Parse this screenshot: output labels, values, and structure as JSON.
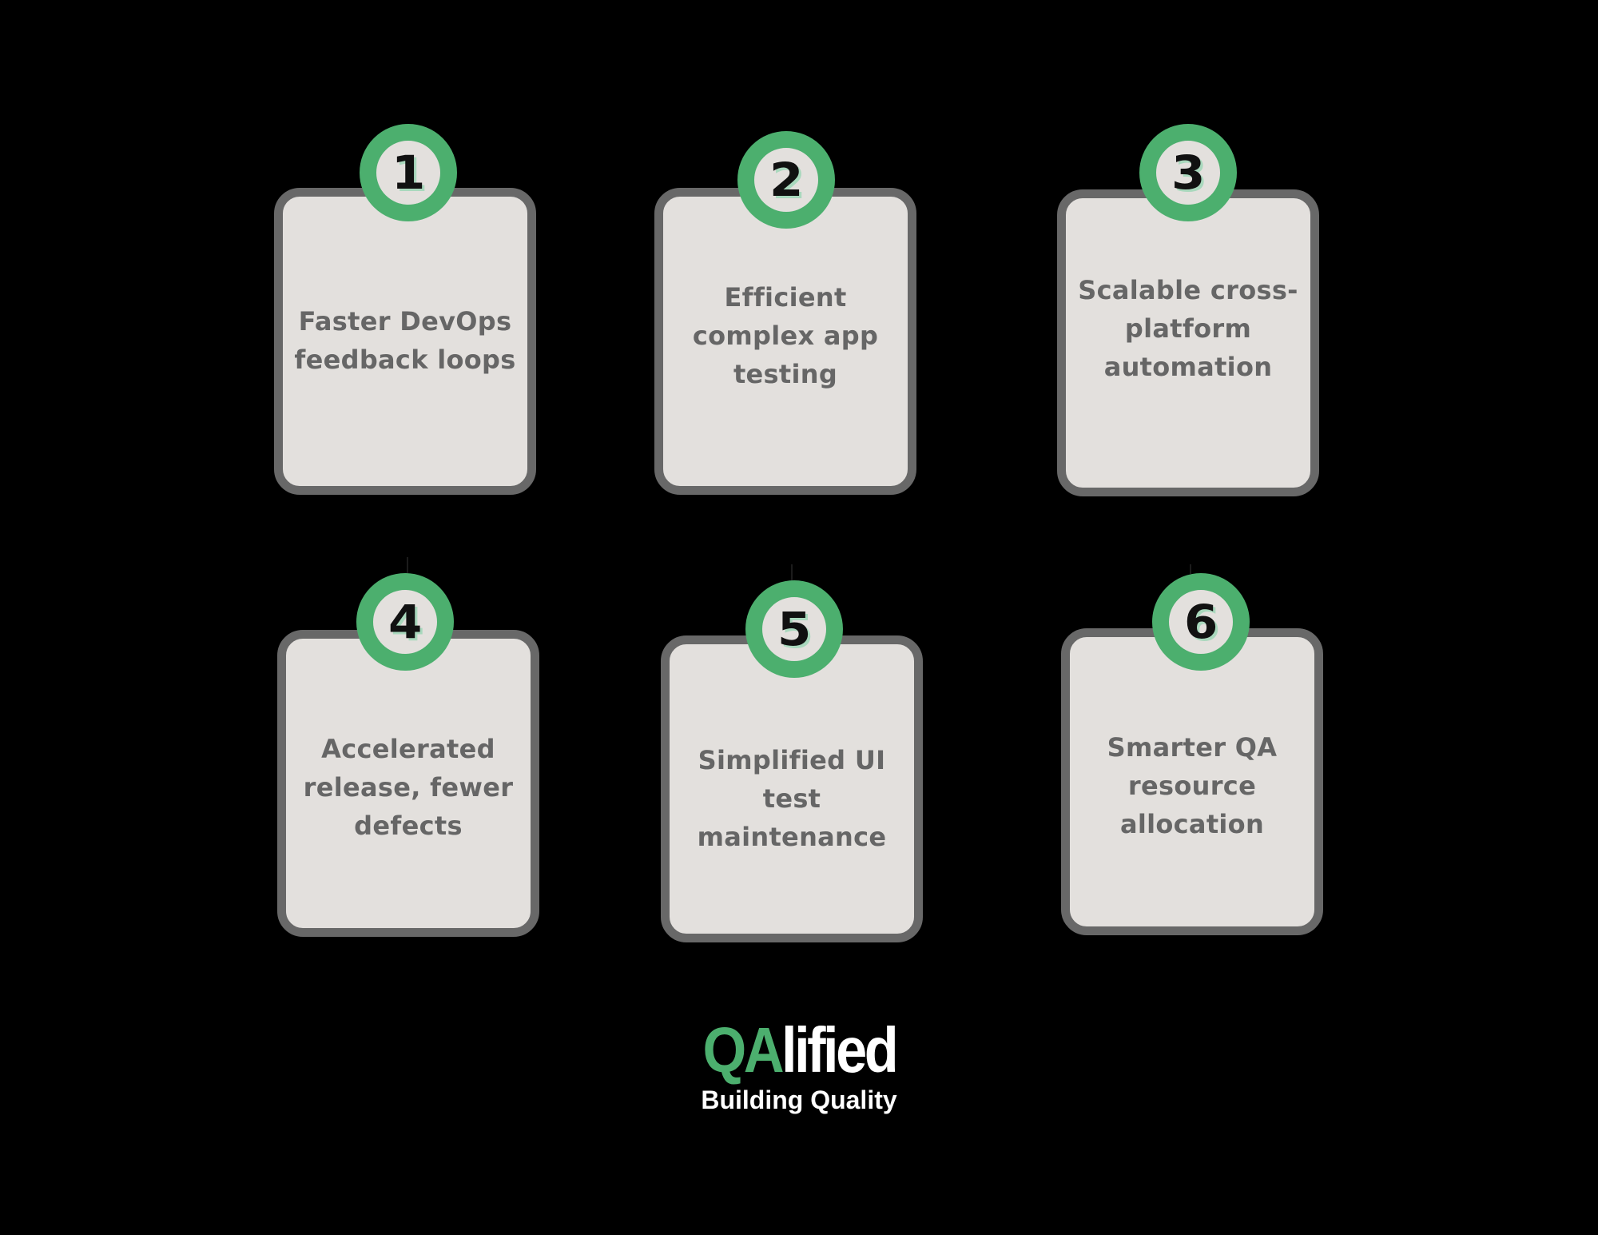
{
  "colors": {
    "background": "#000000",
    "card_fill": "#e3e0dd",
    "card_border": "#686868",
    "accent_green": "#4caf6e",
    "text_grey": "#666666",
    "number_black": "#111111"
  },
  "cards": [
    {
      "number": "1",
      "text": "Faster DevOps\nfeedback loops"
    },
    {
      "number": "2",
      "text": "Efficient\ncomplex app\ntesting"
    },
    {
      "number": "3",
      "text": "Scalable cross-\nplatform\nautomation"
    },
    {
      "number": "4",
      "text": "Accelerated\nrelease, fewer\ndefects"
    },
    {
      "number": "5",
      "text": "Simplified UI\ntest\nmaintenance"
    },
    {
      "number": "6",
      "text": "Smarter QA\nresource\nallocation"
    }
  ],
  "logo": {
    "brand_accent": "QA",
    "brand_rest": "lified",
    "tagline": "Building Quality"
  }
}
